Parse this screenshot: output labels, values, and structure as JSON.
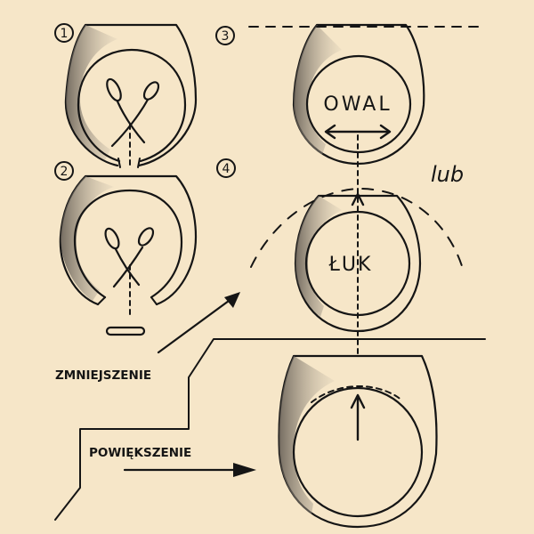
{
  "steps": {
    "s1": "1",
    "s2": "2",
    "s3": "3",
    "s4": "4"
  },
  "labels": {
    "owal": "OWAL",
    "luk": "ŁUK",
    "lub": "lub",
    "zmniejszenie": "ZMNIEJSZENIE",
    "powiekszenie": "POWIĘKSZENIE"
  },
  "colors": {
    "paper": "#f6e6c8",
    "ink": "#151515",
    "shade": "#8a8278"
  }
}
